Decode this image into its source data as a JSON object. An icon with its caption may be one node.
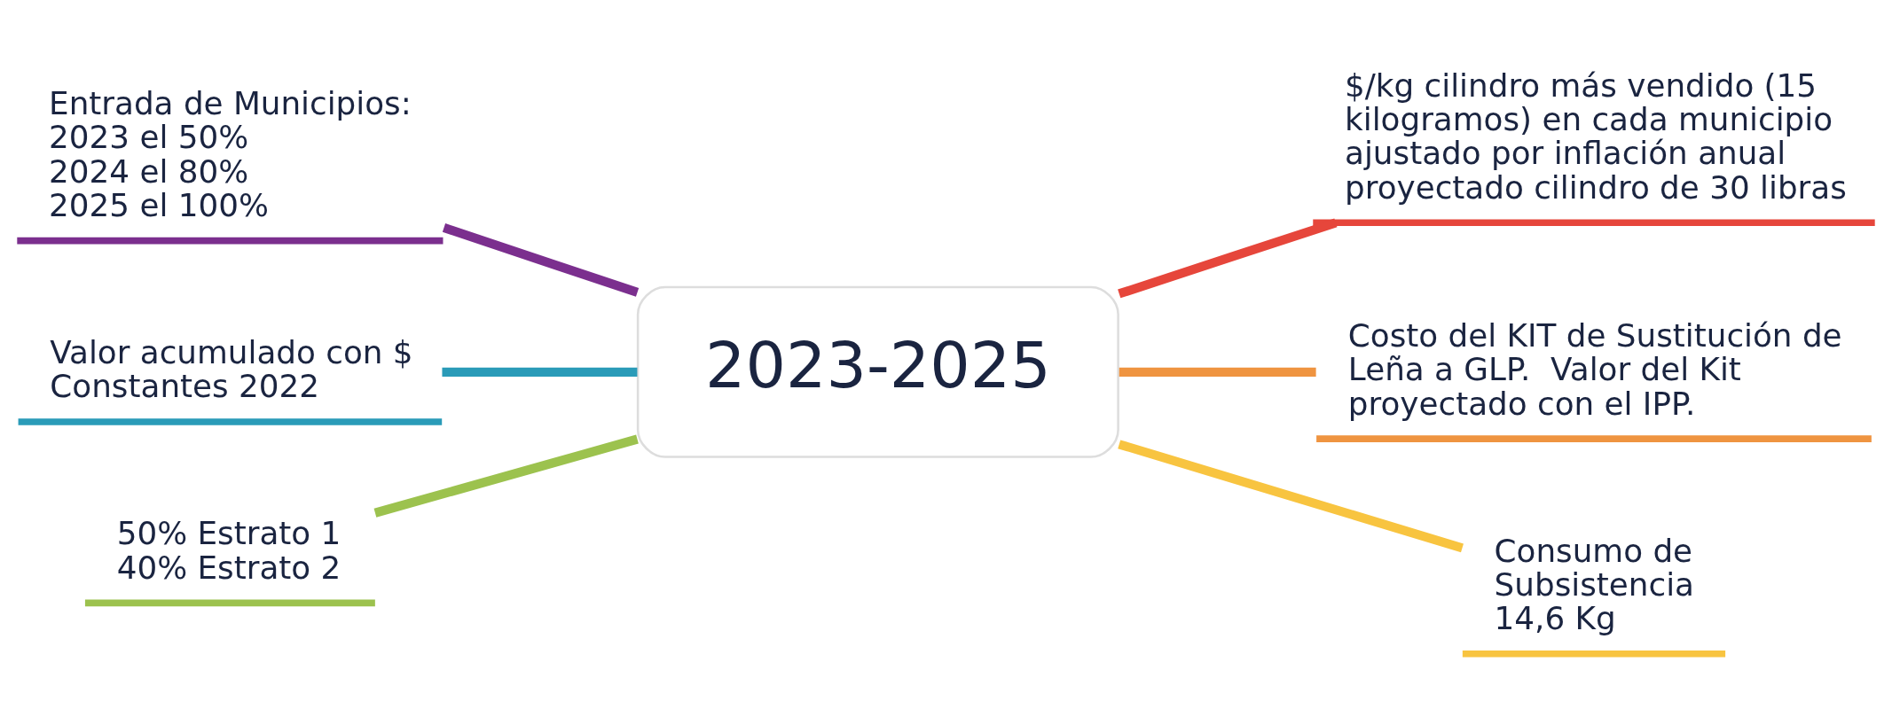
{
  "diagram": {
    "nodes": [
      {
        "text": [
          "2023-2025"
        ]
      },
      {
        "text": [
          "Entrada de Municipios:",
          "2023 el 50%",
          "2024 el 80%",
          "2025 el 100%"
        ]
      },
      {
        "text": [
          "Valor acumulado con $ Constantes 2022"
        ]
      },
      {
        "text": [
          "50% Estrato 1",
          "40% Estrato 2"
        ]
      },
      {
        "text": [
          "$/kg cilindro más vendido (15 kilogramos) en cada municipio ajustado por inflación anual proyectado cilindro de 30 libras"
        ]
      },
      {
        "text": [
          "Costo del KIT de Sustitución de Leña a GLP.  Valor del Kit proyectado con el IPP."
        ]
      },
      {
        "text": [
          "Consumo de Subsistencia 14,6 Kg"
        ]
      }
    ],
    "edges": [
      {
        "from": 1,
        "to": 0,
        "arrow": "none",
        "color": "#7b2f8e"
      },
      {
        "from": 2,
        "to": 0,
        "arrow": "none",
        "color": "#2a9bb8"
      },
      {
        "from": 3,
        "to": 0,
        "arrow": "none",
        "color": "#9cc24e"
      },
      {
        "from": 0,
        "to": 4,
        "arrow": "none",
        "color": "#e6463b"
      },
      {
        "from": 0,
        "to": 5,
        "arrow": "none",
        "color": "#ef9440"
      },
      {
        "from": 0,
        "to": 6,
        "arrow": "none",
        "color": "#f8c440"
      }
    ]
  }
}
